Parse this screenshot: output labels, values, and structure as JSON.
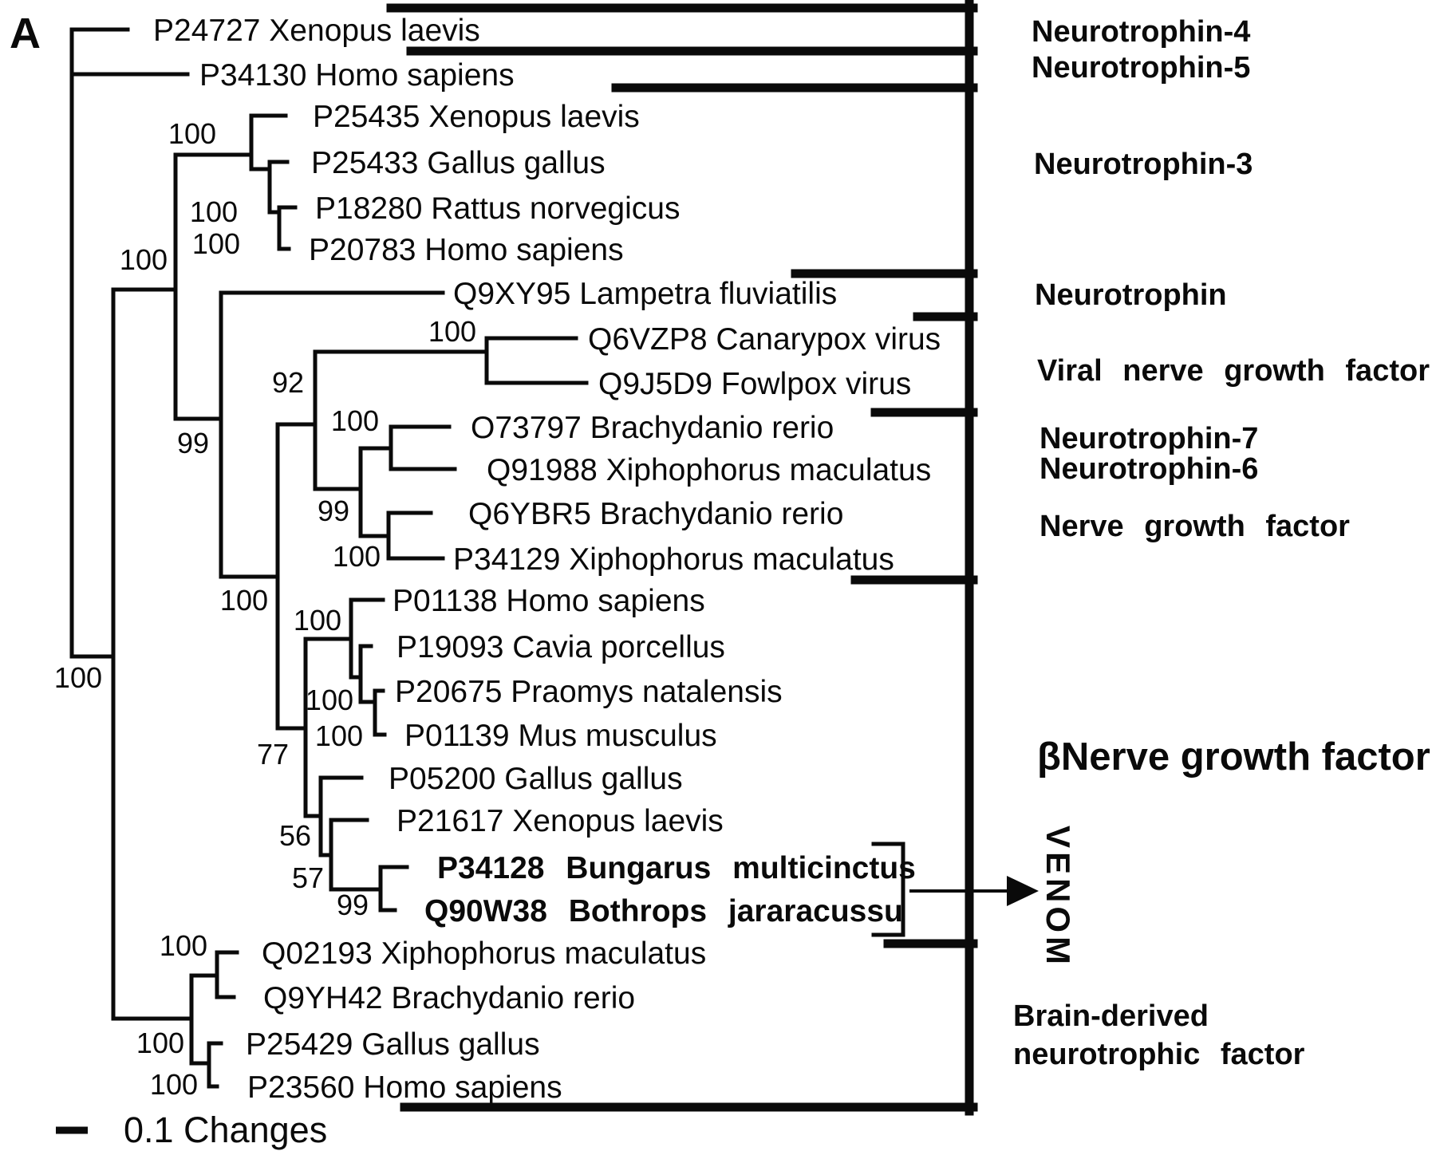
{
  "panel_label": "A",
  "scale_bar": {
    "label": "0.1 Changes"
  },
  "taxa": [
    {
      "label": "P24727 Xenopus laevis",
      "bold": false
    },
    {
      "label": "P34130 Homo sapiens",
      "bold": false
    },
    {
      "label": "P25435 Xenopus laevis",
      "bold": false
    },
    {
      "label": "P25433 Gallus gallus",
      "bold": false
    },
    {
      "label": "P18280 Rattus norvegicus",
      "bold": false
    },
    {
      "label": "P20783 Homo sapiens",
      "bold": false
    },
    {
      "label": "Q9XY95 Lampetra fluviatilis",
      "bold": false
    },
    {
      "label": "Q6VZP8 Canarypox virus",
      "bold": false
    },
    {
      "label": "Q9J5D9 Fowlpox virus",
      "bold": false
    },
    {
      "label": "O73797 Brachydanio rerio",
      "bold": false
    },
    {
      "label": "Q91988 Xiphophorus maculatus",
      "bold": false
    },
    {
      "label": "Q6YBR5 Brachydanio rerio",
      "bold": false
    },
    {
      "label": "P34129 Xiphophorus maculatus",
      "bold": false
    },
    {
      "label": "P01138 Homo sapiens",
      "bold": false
    },
    {
      "label": "P19093 Cavia porcellus",
      "bold": false
    },
    {
      "label": "P20675 Praomys natalensis",
      "bold": false
    },
    {
      "label": "P01139 Mus musculus",
      "bold": false
    },
    {
      "label": "P05200 Gallus gallus",
      "bold": false
    },
    {
      "label": "P21617 Xenopus laevis",
      "bold": false
    },
    {
      "label": "P34128  Bungarus  multicinctus",
      "bold": true
    },
    {
      "label": "Q90W38  Bothrops  jararacussu",
      "bold": true
    },
    {
      "label": "Q02193 Xiphophorus maculatus",
      "bold": false
    },
    {
      "label": "Q9YH42 Brachydanio rerio",
      "bold": false
    },
    {
      "label": "P25429 Gallus gallus",
      "bold": false
    },
    {
      "label": "P23560 Homo sapiens",
      "bold": false
    }
  ],
  "bootstraps": [
    "100",
    "100",
    "100",
    "100",
    "100",
    "92",
    "100",
    "99",
    "99",
    "100",
    "100",
    "100",
    "100",
    "100",
    "100",
    "77",
    "56",
    "57",
    "99",
    "100",
    "100",
    "100"
  ],
  "groups": [
    {
      "label": "Neurotrophin-4"
    },
    {
      "label": "Neurotrophin-5"
    },
    {
      "label": "Neurotrophin-3"
    },
    {
      "label": "Neurotrophin"
    },
    {
      "label": "Viral nerve growth factor"
    },
    {
      "label": "Neurotrophin-7"
    },
    {
      "label": "Neurotrophin-6"
    },
    {
      "label": "Nerve growth factor"
    },
    {
      "label": "βNerve growth factor"
    },
    {
      "label_line1": "Brain-derived",
      "label_line2": "neurotrophic factor"
    },
    {
      "label": "VENOM"
    }
  ]
}
